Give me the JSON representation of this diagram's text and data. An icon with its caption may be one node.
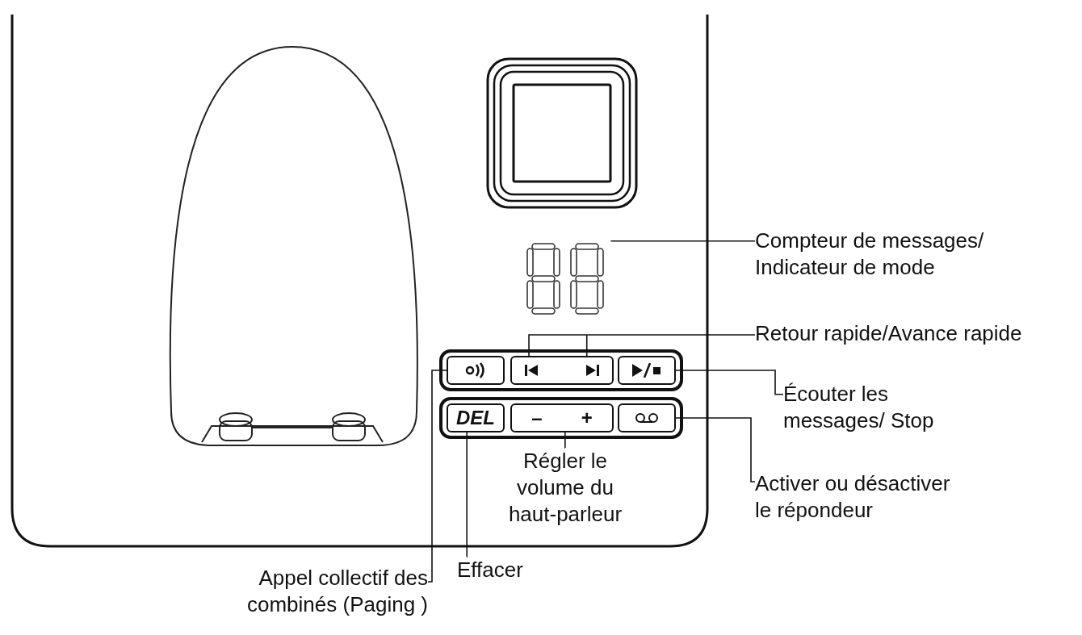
{
  "diagram": {
    "nodes": [
      {
        "text": [
          "Compteur de messages/ Indicateur de mode"
        ]
      },
      {
        "text": [],
        "shape": "display"
      },
      {
        "text": [
          "Retour rapide/Avance rapide"
        ]
      },
      {
        "text": [],
        "shape": "box"
      },
      {
        "text": [
          "Écouter les messages/ Stop"
        ]
      },
      {
        "text": [],
        "shape": "box"
      },
      {
        "text": [
          "Activer ou désactiver le répondeur"
        ]
      },
      {
        "text": [],
        "shape": "box"
      },
      {
        "text": [
          "Régler le volume du haut-parleur"
        ]
      },
      {
        "text": [
          "–",
          "+"
        ]
      },
      {
        "text": [
          "Effacer"
        ]
      },
      {
        "text": [
          "DEL"
        ]
      },
      {
        "text": [
          "Appel collectif des combinés (Paging )"
        ]
      },
      {
        "text": [],
        "shape": "box"
      }
    ],
    "edges": [
      {
        "from": 0,
        "to": 1,
        "arrow": "none"
      },
      {
        "from": 2,
        "to": 3,
        "arrow": "none"
      },
      {
        "from": 4,
        "to": 5,
        "arrow": "none"
      },
      {
        "from": 6,
        "to": 7,
        "arrow": "none"
      },
      {
        "from": 8,
        "to": 9,
        "arrow": "none"
      },
      {
        "from": 10,
        "to": 11,
        "arrow": "none"
      },
      {
        "from": 12,
        "to": 13,
        "arrow": "none"
      }
    ]
  }
}
